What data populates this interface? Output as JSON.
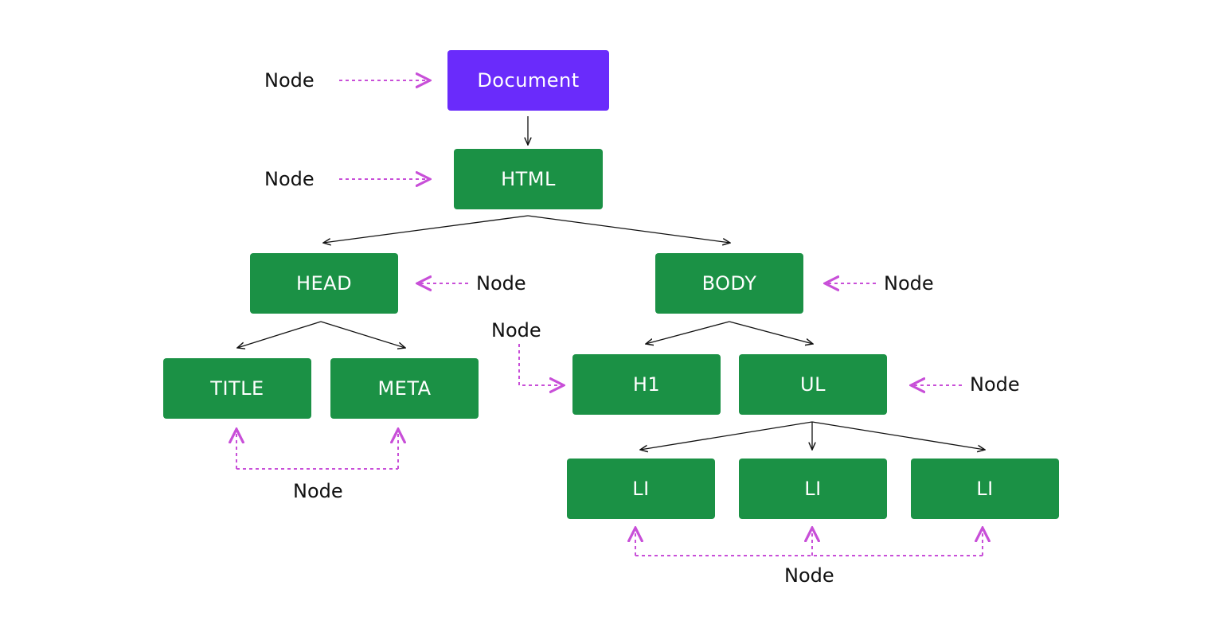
{
  "colors": {
    "root_fill": "#6a2bfb",
    "element_fill": "#1b9145",
    "node_text": "#ffffff",
    "pointer_arrow": "#c84fd8",
    "tree_edge": "#111111"
  },
  "nodes": {
    "document": "Document",
    "html": "HTML",
    "head": "HEAD",
    "body": "BODY",
    "title": "TITLE",
    "meta": "META",
    "h1": "H1",
    "ul": "UL",
    "li_1": "LI",
    "li_2": "LI",
    "li_3": "LI"
  },
  "annotations": {
    "document_label": "Node",
    "html_label": "Node",
    "head_label": "Node",
    "body_label": "Node",
    "h1_label": "Node",
    "ul_label": "Node",
    "title_meta_label": "Node",
    "li_label": "Node"
  }
}
